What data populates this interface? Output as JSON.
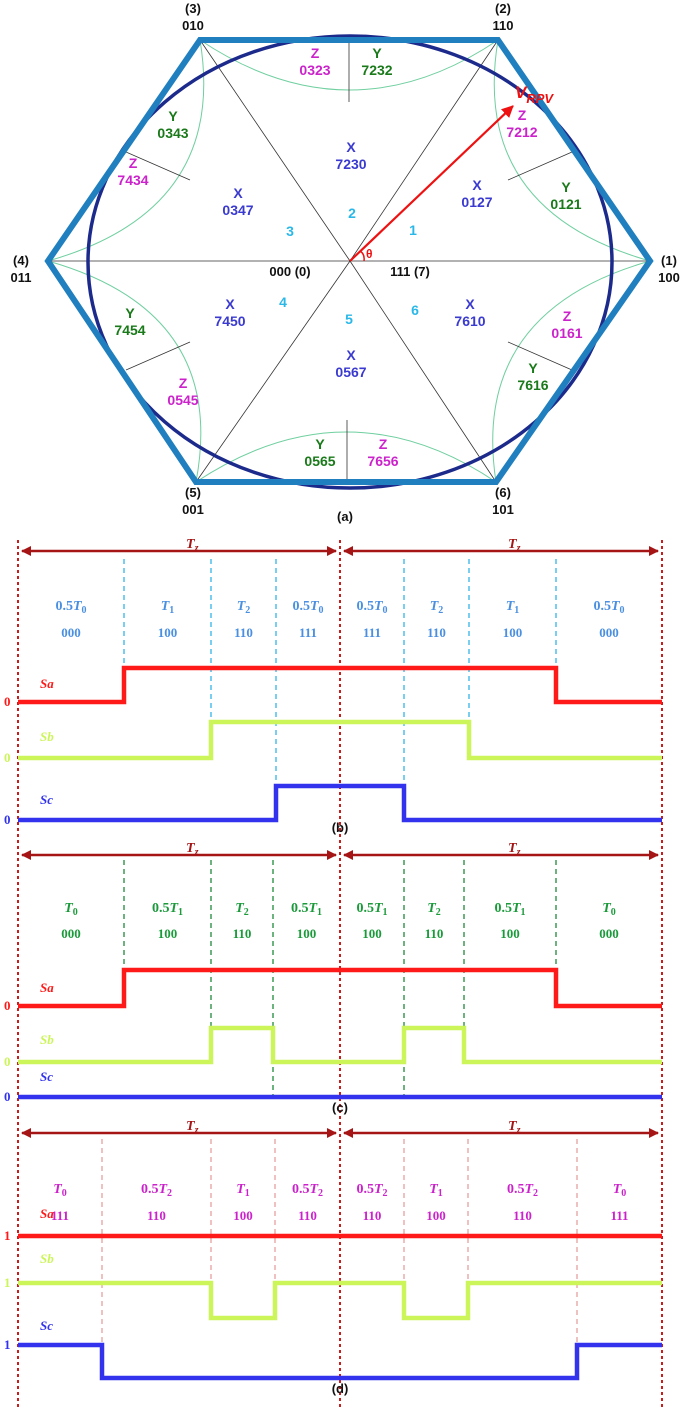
{
  "hexagon": {
    "vertices": [
      {
        "index": "(1)",
        "code": "100"
      },
      {
        "index": "(2)",
        "code": "110"
      },
      {
        "index": "(3)",
        "code": "010"
      },
      {
        "index": "(4)",
        "code": "011"
      },
      {
        "index": "(5)",
        "code": "001"
      },
      {
        "index": "(6)",
        "code": "101"
      }
    ],
    "sector_numbers": [
      "1",
      "2",
      "3",
      "4",
      "5",
      "6"
    ],
    "x_regions": [
      "0127",
      "7230",
      "0347",
      "7450",
      "0567",
      "7610"
    ],
    "y_regions": [
      "0121",
      "7232",
      "0343",
      "7454",
      "0565",
      "7616"
    ],
    "z_regions": [
      "7212",
      "0323",
      "7434",
      "0545",
      "7656",
      "0161"
    ],
    "region_letters": {
      "x": "X",
      "y": "Y",
      "z": "Z"
    },
    "center_left": "000 (0)",
    "center_right": "111 (7)",
    "vector_label_main": "V",
    "vector_label_sub": "RPV",
    "angle_label": "θ",
    "caption": "(a)"
  },
  "timing": {
    "tz_symbol": "T",
    "tz_sub": "z",
    "panels": [
      {
        "caption": "(b)",
        "label_color": "#4a8fe0",
        "divider_color": "#33b4e6",
        "levels": [
          "0",
          "0",
          "0"
        ],
        "intervals": [
          {
            "coef": "0.5",
            "t": "T",
            "sub": "0",
            "code": "000"
          },
          {
            "coef": "",
            "t": "T",
            "sub": "1",
            "code": "100"
          },
          {
            "coef": "",
            "t": "T",
            "sub": "2",
            "code": "110"
          },
          {
            "coef": "0.5",
            "t": "T",
            "sub": "0",
            "code": "111"
          },
          {
            "coef": "0.5",
            "t": "T",
            "sub": "0",
            "code": "111"
          },
          {
            "coef": "",
            "t": "T",
            "sub": "2",
            "code": "110"
          },
          {
            "coef": "",
            "t": "T",
            "sub": "1",
            "code": "100"
          },
          {
            "coef": "0.5",
            "t": "T",
            "sub": "0",
            "code": "000"
          }
        ]
      },
      {
        "caption": "(c)",
        "label_color": "#1a9a3a",
        "divider_color": "#1f8a3a",
        "levels": [
          "0",
          "0",
          "0"
        ],
        "intervals": [
          {
            "coef": "",
            "t": "T",
            "sub": "0",
            "code": "000"
          },
          {
            "coef": "0.5",
            "t": "T",
            "sub": "1",
            "code": "100"
          },
          {
            "coef": "",
            "t": "T",
            "sub": "2",
            "code": "110"
          },
          {
            "coef": "0.5",
            "t": "T",
            "sub": "1",
            "code": "100"
          },
          {
            "coef": "0.5",
            "t": "T",
            "sub": "1",
            "code": "100"
          },
          {
            "coef": "",
            "t": "T",
            "sub": "2",
            "code": "110"
          },
          {
            "coef": "0.5",
            "t": "T",
            "sub": "1",
            "code": "100"
          },
          {
            "coef": "",
            "t": "T",
            "sub": "0",
            "code": "000"
          }
        ]
      },
      {
        "caption": "(d)",
        "label_color": "#cc22cc",
        "divider_color": "#e6a0a0",
        "levels": [
          "1",
          "1",
          "1"
        ],
        "intervals": [
          {
            "coef": "",
            "t": "T",
            "sub": "0",
            "code": "111"
          },
          {
            "coef": "0.5",
            "t": "T",
            "sub": "2",
            "code": "110"
          },
          {
            "coef": "",
            "t": "T",
            "sub": "1",
            "code": "100"
          },
          {
            "coef": "0.5",
            "t": "T",
            "sub": "2",
            "code": "110"
          },
          {
            "coef": "0.5",
            "t": "T",
            "sub": "2",
            "code": "110"
          },
          {
            "coef": "",
            "t": "T",
            "sub": "1",
            "code": "100"
          },
          {
            "coef": "0.5",
            "t": "T",
            "sub": "2",
            "code": "110"
          },
          {
            "coef": "",
            "t": "T",
            "sub": "0",
            "code": "111"
          }
        ]
      }
    ],
    "signals": [
      {
        "name": "Sa",
        "color": "#ff1a1a"
      },
      {
        "name": "Sb",
        "color": "#ccf55a"
      },
      {
        "name": "Sc",
        "color": "#3333ee"
      }
    ]
  },
  "colors": {
    "hexagon": "#1f7fbf",
    "circle": "#1c2a8c",
    "arc": "#6fcf9f",
    "vector": "#ee1111",
    "x_label": "#3a3ad0",
    "y_label": "#1a7a1a",
    "z_label": "#cc22cc",
    "sector": "#2ab8e8",
    "arrow": "#a51515",
    "border": "#c81e1e"
  }
}
